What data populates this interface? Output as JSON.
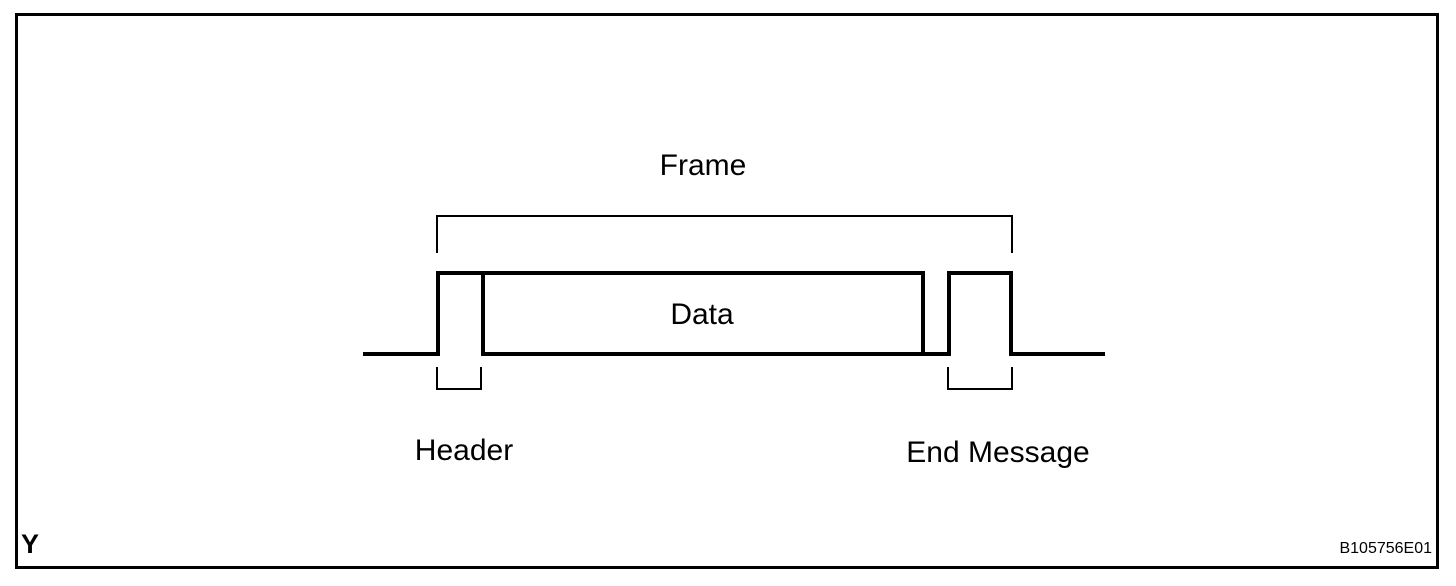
{
  "diagram": {
    "frame_label": "Frame",
    "data_label": "Data",
    "header_label": "Header",
    "end_message_label": "End Message"
  },
  "footer": {
    "section_marker": "Y",
    "figure_code": "B105756E01"
  },
  "colors": {
    "ink": "#000000",
    "background": "#ffffff"
  }
}
